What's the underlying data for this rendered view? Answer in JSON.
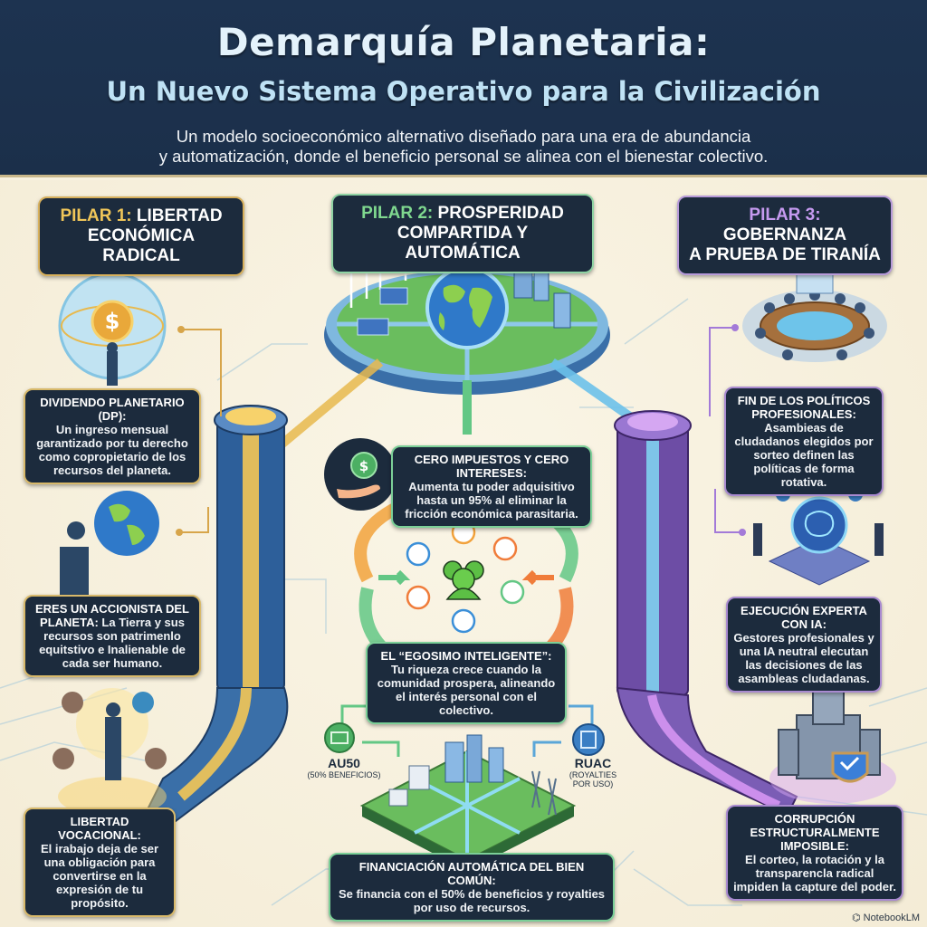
{
  "header": {
    "title": "Demarquía Planetaria:",
    "subtitle": "Un Nuevo Sistema Operativo para la Civilización",
    "description_line1": "Un modelo socioeconómico alternativo diseñado para una era de abundancia",
    "description_line2": "y automatización, donde el beneficio personal se alinea con el bienestar colectivo."
  },
  "pillars": [
    {
      "accent": "PILAR 1:",
      "title_rest": " LIBERTAD",
      "title_line2": "ECONÓMICA RADICAL",
      "accent_color": "#f0c659",
      "items": [
        {
          "icon": "coin-globe-icon",
          "heading": "DIVIDENDO PLANETARIO (DP):",
          "body": "Un ingreso mensual garantizado por tu derecho como copropietario de los recursos del planeta."
        },
        {
          "icon": "person-globe-icon",
          "heading": "ERES UN ACCIONISTA DEL PLANETA:",
          "body": "La Tierra y sus recursos son patrimenlo equitstivo e Inalienable de cada ser humano."
        },
        {
          "icon": "person-glow-icon",
          "heading": "LIBERTAD VOCACIONAL:",
          "body": "El irabajo deja de ser una obligación para convertirse en la expresión de tu propósito."
        }
      ]
    },
    {
      "accent": "PILAR 2:",
      "title_rest": " PROSPERIDAD",
      "title_line2": "COMPARTIDA Y AUTOMÁTICA",
      "accent_color": "#7fd88f",
      "items": [
        {
          "icon": "hand-money-icon",
          "heading": "CERO IMPUESTOS Y CERO INTERESES:",
          "body": "Aumenta tu poder adquisitivo hasta un 95% al eliminar la fricción económica parasitaria."
        },
        {
          "icon": "community-cycle-icon",
          "heading": "EL “EGOSIMO INTELIGENTE”:",
          "body": "Tu riqueza crece cuando la comunidad prospera, alineando el interés personal con el colectivo."
        },
        {
          "icon": "city-island-icon",
          "heading": "FINANCIACIÓN AUTOMÁTICA DEL BIEN COMÚN:",
          "body": "Se financia con el 50% de beneficios y royalties por uso de recursos."
        }
      ],
      "flows": [
        {
          "icon": "banknote-icon",
          "name": "AU50",
          "detail": "(50% BENEFICIOS)",
          "color": "#4caf63"
        },
        {
          "icon": "document-icon",
          "name": "RUAC",
          "detail_line1": "(ROYALTIES",
          "detail_line2": "POR USO)",
          "color": "#3b7fc4"
        }
      ]
    },
    {
      "accent": "PILAR 3:",
      "title_rest": " GOBERNANZA",
      "title_line2": "A PRUEBA DE TIRANÍA",
      "accent_color": "#c69af0",
      "items": [
        {
          "icon": "assembly-table-icon",
          "heading": "FIN DE LOS POLÍTICOS PROFESIONALES:",
          "body": "Asambieas de cludadanos elegidos por sorteo definen las políticas de forma rotativa."
        },
        {
          "icon": "ai-brain-icon",
          "heading": "EJECUCIÓN EXPERTA CON IA:",
          "body": "Gestores profesionales y una IA neutral elecutan las decisiones de las asambleas cludadanas."
        },
        {
          "icon": "castle-shield-icon",
          "heading": "CORRUPCIÓN ESTRUCTURALMENTE IMPOSIBLE:",
          "body": "El corteo, la rotación y la transparencla radical impiden la capture del poder."
        }
      ]
    }
  ],
  "watermark": "NotebookLM",
  "colors": {
    "header_bg": "#1c3250",
    "canvas_bg": "#f7f1df",
    "box_bg": "#1c2b3d",
    "pillar1": "#e7b84a",
    "pillar2": "#58c07a",
    "pillar3": "#a77bd8"
  }
}
